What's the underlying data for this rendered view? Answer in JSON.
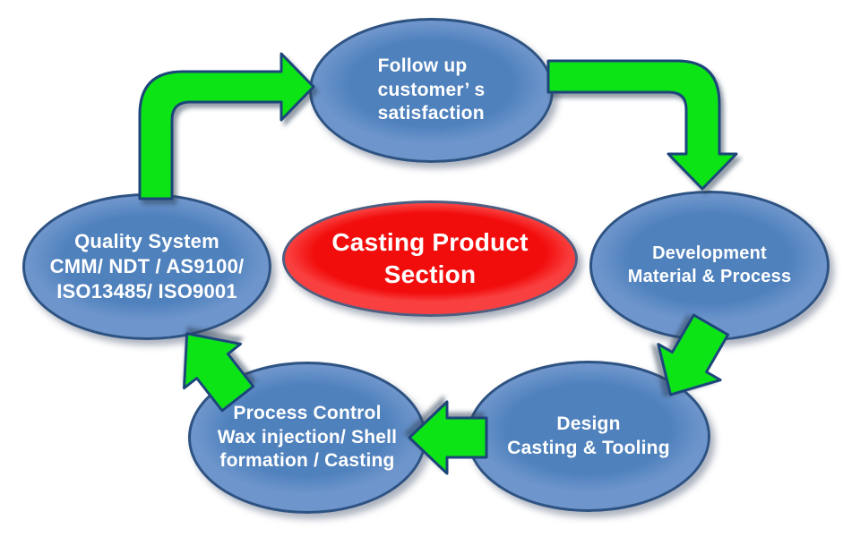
{
  "colors": {
    "background": "#ffffff",
    "node_fill": "#4f81bd",
    "node_fill_light": "#6f96cc",
    "node_border": "#2e5382",
    "center_fill": "#f20d0d",
    "center_border": "#4e5e80",
    "arrow_fill": "#0ae419",
    "arrow_border": "#1f4579",
    "text_color": "#ffffff"
  },
  "center_node": {
    "label": "Casting Product\nSection"
  },
  "nodes": {
    "followup": {
      "label": "Follow up\ncustomer’ s\nsatisfaction"
    },
    "development": {
      "label": "Development\nMaterial & Process"
    },
    "design": {
      "label": "Design\nCasting & Tooling"
    },
    "process": {
      "label": "Process Control\nWax injection/ Shell\nformation / Casting"
    },
    "quality": {
      "label": "Quality System\nCMM/ NDT / AS9100/\nISO13485/ ISO9001"
    }
  },
  "arrows": [
    {
      "id": "arrow-quality-to-followup"
    },
    {
      "id": "arrow-followup-to-development"
    },
    {
      "id": "arrow-development-to-design"
    },
    {
      "id": "arrow-design-to-process"
    },
    {
      "id": "arrow-process-to-quality"
    }
  ]
}
